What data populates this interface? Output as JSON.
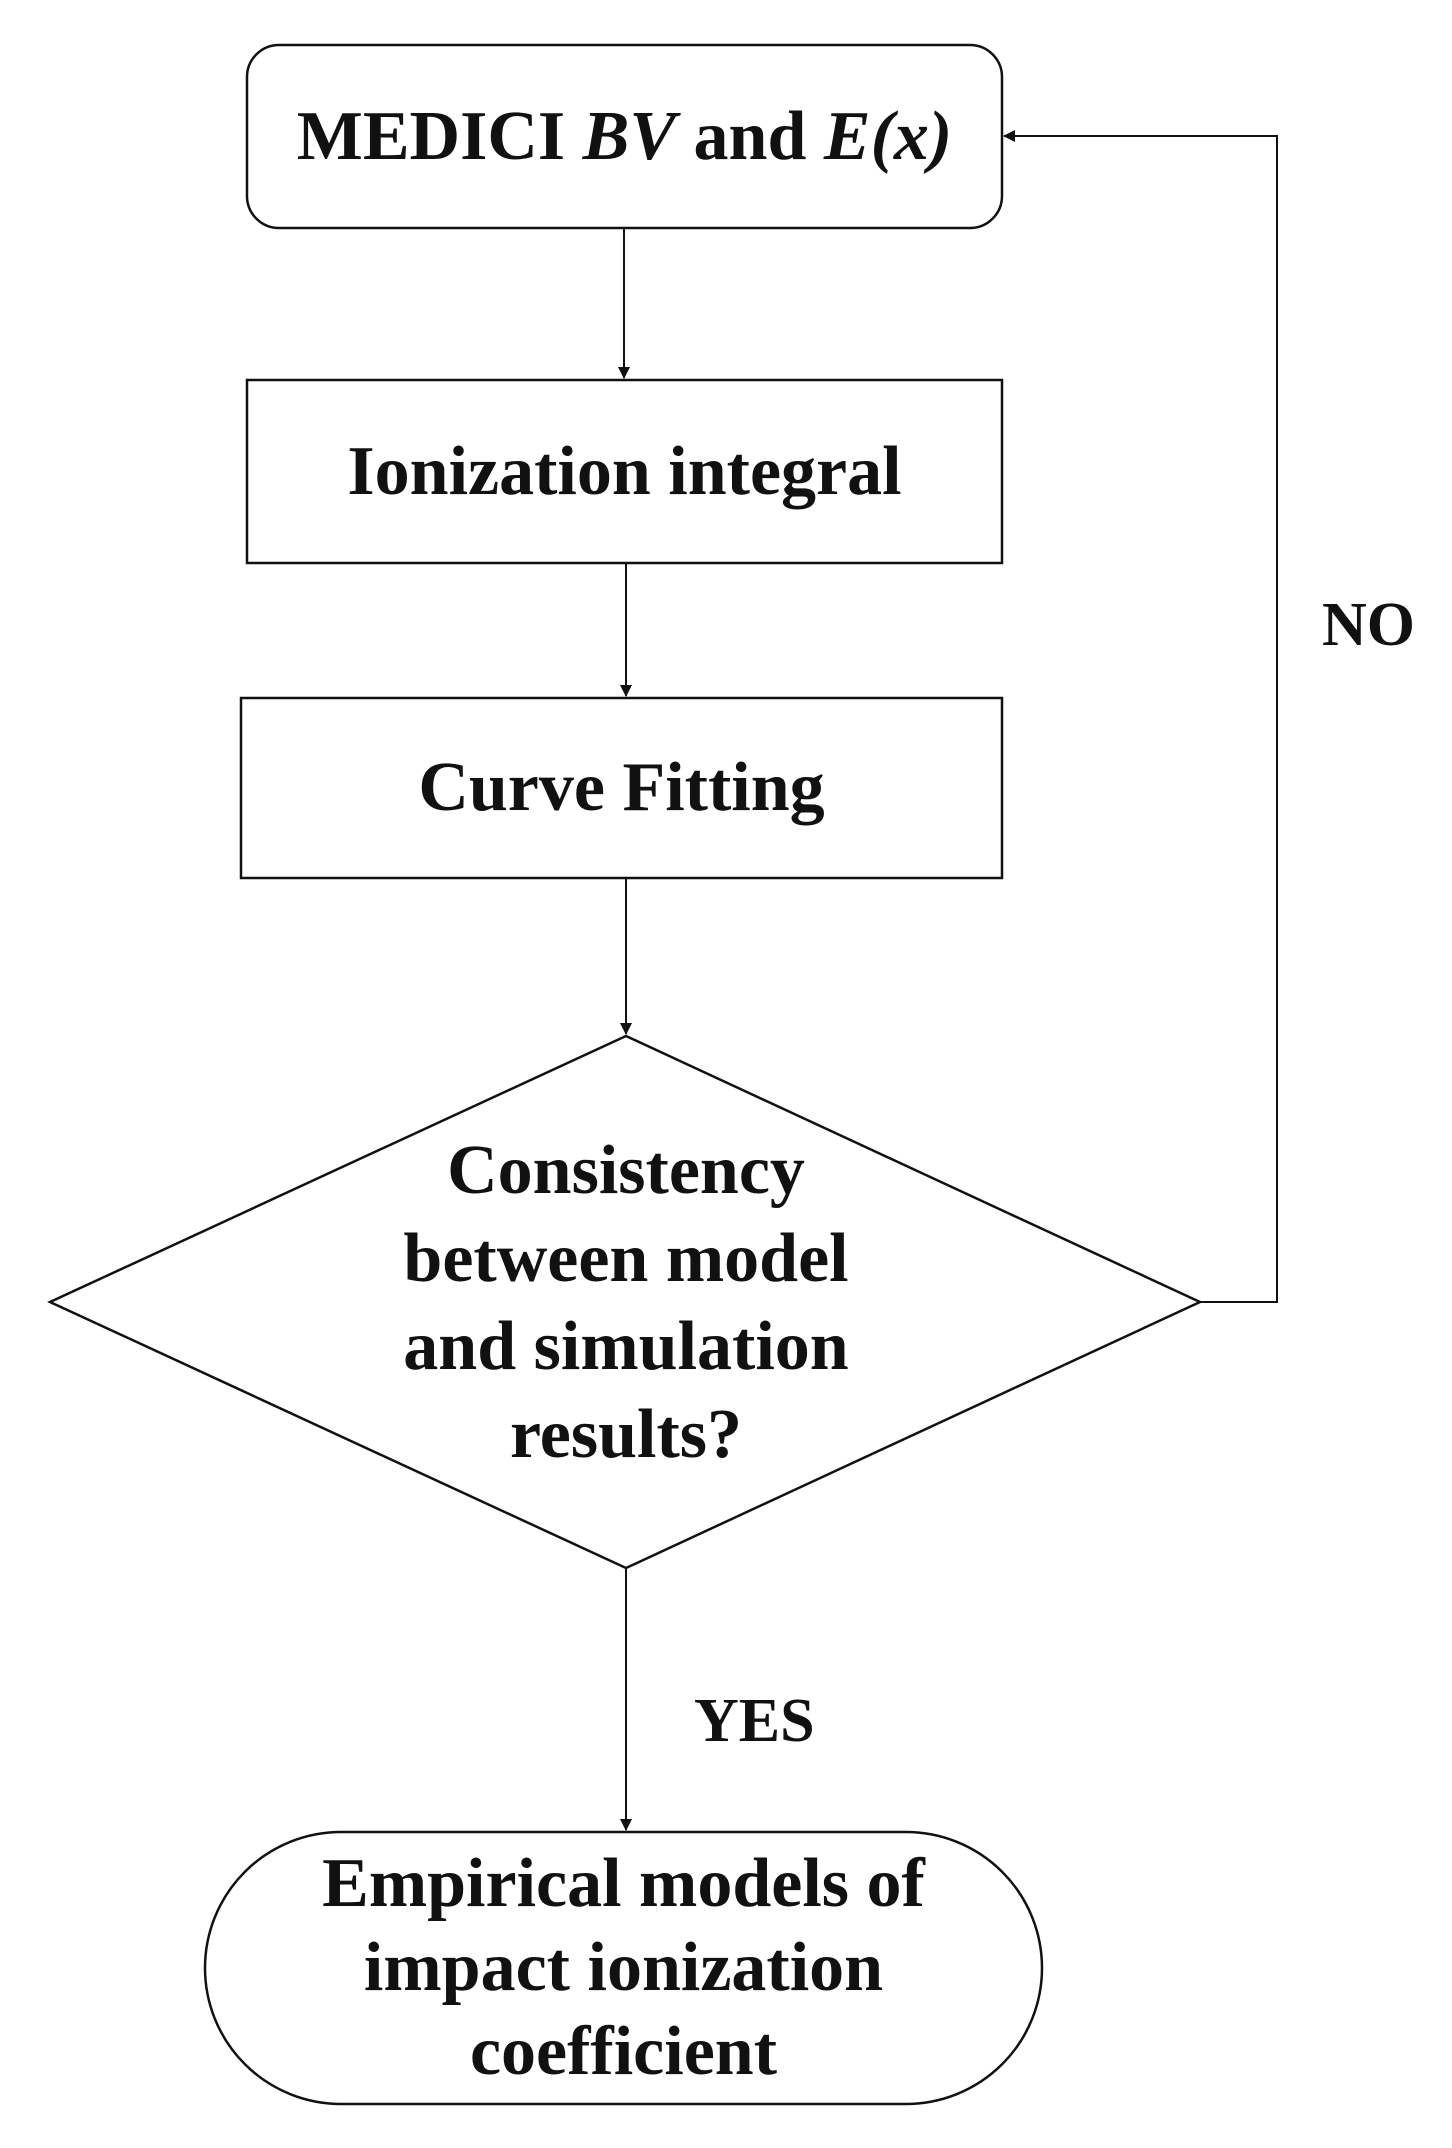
{
  "nodes": {
    "start": {
      "part1": "MEDICI ",
      "part2": "BV",
      "part3": " and ",
      "part4": "E(x)"
    },
    "ionization": {
      "label": "Ionization integral"
    },
    "curve_fitting": {
      "label": "Curve Fitting"
    },
    "decision": {
      "lines": [
        "Consistency",
        "between model",
        "and simulation",
        "results?"
      ]
    },
    "end": {
      "lines": [
        "Empirical models of",
        "impact ionization",
        "coefficient"
      ]
    }
  },
  "edges": {
    "no_label": "NO",
    "yes_label": "YES"
  }
}
